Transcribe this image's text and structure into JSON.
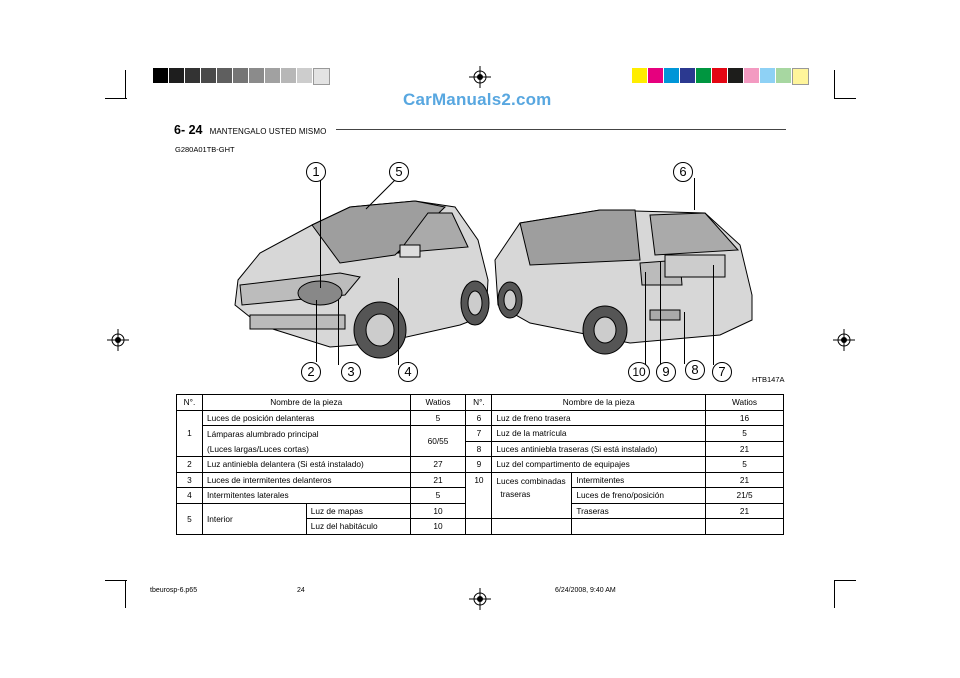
{
  "watermark": "CarManuals2.com",
  "header": {
    "page_number": "6- 24",
    "section_title": "MANTENGALO USTED MISMO"
  },
  "figure": {
    "code": "G280A01TB-GHT",
    "ref_code": "HTB147A",
    "callouts_front": [
      "1",
      "5",
      "2",
      "3",
      "4"
    ],
    "callouts_rear": [
      "6",
      "10",
      "9",
      "8",
      "7"
    ]
  },
  "table": {
    "headers": {
      "no": "N°.",
      "name": "Nombre de la pieza",
      "watts": "Watios"
    },
    "left": {
      "r1_no": "1",
      "r1a_name": "Luces de posición delanteras",
      "r1a_w": "5",
      "r1b_name": "Lámparas alumbrado principal",
      "r1b_w": "60/55",
      "r1c_name": "(Luces largas/Luces cortas)",
      "r2_no": "2",
      "r2_name": "Luz antiniebla delantera (Si está instalado)",
      "r2_w": "27",
      "r3_no": "3",
      "r3_name": "Luces de intermitentes delanteros",
      "r3_w": "21",
      "r4_no": "4",
      "r4_name": "Intermitentes laterales",
      "r4_w": "5",
      "r5_no": "5",
      "r5_name": "Interior",
      "r5a_sub": "Luz de mapas",
      "r5a_w": "10",
      "r5b_sub": "Luz del habitáculo",
      "r5b_w": "10"
    },
    "right": {
      "r6_no": "6",
      "r6_name": "Luz de freno trasera",
      "r6_w": "16",
      "r7_no": "7",
      "r7_name": "Luz de la matrícula",
      "r7_w": "5",
      "r8_no": "8",
      "r8_name": "Luces antiniebla traseras (Si está instalado)",
      "r8_w": "21",
      "r9_no": "9",
      "r9_name": "Luz del compartimento de equipajes",
      "r9_w": "5",
      "r10_no": "10",
      "r10_name_a": "Luces combinadas",
      "r10_name_b": "traseras",
      "r10a_sub": "Intermitentes",
      "r10a_w": "21",
      "r10b_sub": "Luces de freno/posición",
      "r10b_w": "21/5",
      "r10c_sub": "Traseras",
      "r10c_w": "21"
    }
  },
  "footer": {
    "file": "tbeurosp-6.p65",
    "page": "24",
    "date": "6/24/2008, 9:40 AM"
  },
  "colors": {
    "gray_bar": [
      "#000000",
      "#1e1e1e",
      "#333333",
      "#4a4a4a",
      "#5f5f5f",
      "#757575",
      "#8b8b8b",
      "#a1a1a1",
      "#b7b7b7",
      "#cdcdcd",
      "#e3e3e3"
    ],
    "color_bar": [
      "#ffed00",
      "#e6007e",
      "#0096d8",
      "#2b3990",
      "#009640",
      "#e30613",
      "#1d1d1b",
      "#f39ac1",
      "#8ed1f5",
      "#a7d7a1",
      "#fff59b"
    ]
  }
}
